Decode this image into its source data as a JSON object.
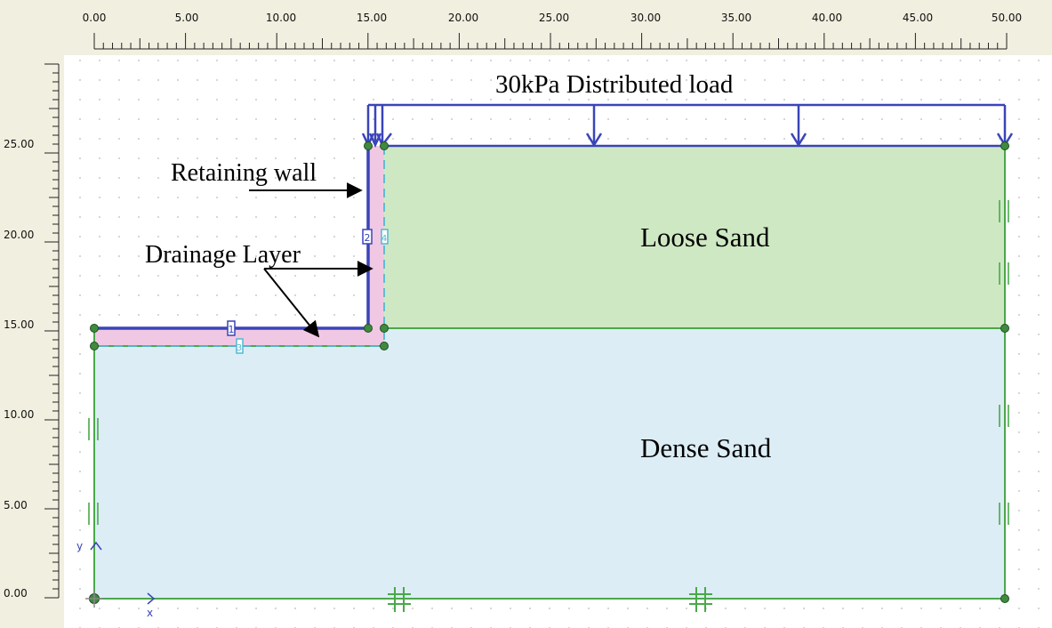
{
  "rulers": {
    "x_ticks": [
      "0.00",
      "5.00",
      "10.00",
      "15.00",
      "20.00",
      "25.00",
      "30.00",
      "35.00",
      "40.00",
      "45.00",
      "50.00"
    ],
    "y_ticks": [
      "25.00",
      "20.00",
      "15.00",
      "10.00",
      "5.00",
      "0.00"
    ]
  },
  "annotations": {
    "load": "30kPa Distributed load",
    "retaining_wall": "Retaining wall",
    "drainage_layer": "Drainage Layer",
    "loose_sand": "Loose Sand",
    "dense_sand": "Dense Sand"
  },
  "markers": {
    "plate_1": "1",
    "plate_2": "2",
    "interface_3": "3",
    "interface_4": "4"
  },
  "axes": {
    "y": "y",
    "x": "x"
  },
  "colors": {
    "ruler_bg": "#f1efdf",
    "loose_sand": "#cfe8c4",
    "dense_sand": "#dcedf6",
    "drainage": "#f1c8e4",
    "load_and_wall": "#3a44b8",
    "boundary": "#4aa84a",
    "interface": "#52b8d0"
  },
  "icons": [
    "node-point-icon",
    "fixity-hash-icon",
    "axis-arrow-icon"
  ]
}
